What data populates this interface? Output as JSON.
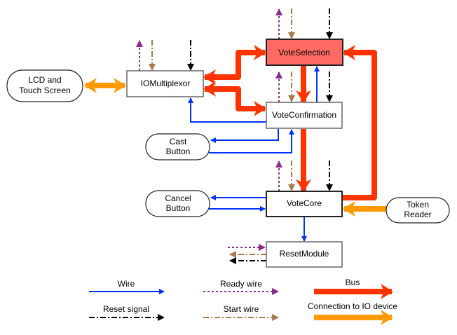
{
  "nodes": {
    "lcd": [
      "LCD and",
      "Touch Screen"
    ],
    "iomux": "IOMultiplexor",
    "vote_selection": "VoteSelection",
    "vote_confirmation": "VoteConfirmation",
    "cast": [
      "Cast",
      "Button"
    ],
    "vote_core": "VoteCore",
    "cancel": [
      "Cancel",
      "Button"
    ],
    "token": [
      "Token",
      "Reader"
    ],
    "reset_module": "ResetModule"
  },
  "legend": {
    "wire": "Wire",
    "ready": "Ready wire",
    "bus": "Bus",
    "reset": "Reset signal",
    "start": "Start wire",
    "io": "Connection to IO device"
  },
  "colors": {
    "wire": "#0033ff",
    "ready": "#8b2a8b",
    "start": "#a87a48",
    "reset": "#000000",
    "bus": "#ff3300",
    "io": "#ff9900",
    "highlight": "#ff6b63"
  }
}
